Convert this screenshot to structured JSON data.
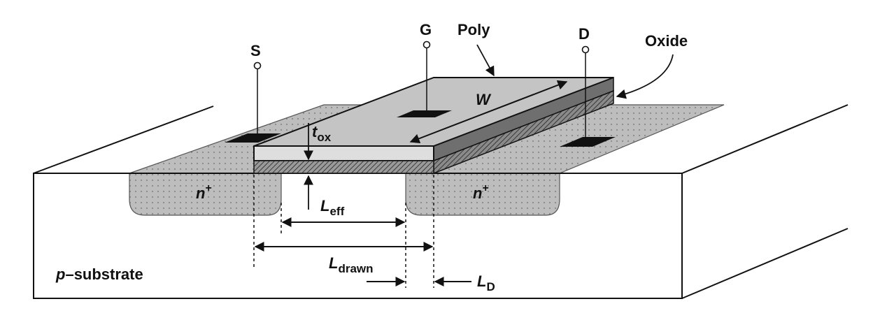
{
  "terminals": {
    "source": "S",
    "gate": "G",
    "drain": "D"
  },
  "layers": {
    "poly": "Poly",
    "oxide": "Oxide"
  },
  "regions": {
    "n_base": "n",
    "n_sup": "+",
    "substrate_p": "p",
    "substrate_rest": "–substrate"
  },
  "dimensions": {
    "width": "W",
    "tox_main": "t",
    "tox_sub": "ox",
    "leff_main": "L",
    "leff_sub": "eff",
    "ldrawn_main": "L",
    "ldrawn_sub": "drawn",
    "ld_main": "L",
    "ld_sub": "D"
  },
  "colors": {
    "diffusion": "#bdbdbd",
    "poly_top": "#c4c4c4",
    "poly_front": "#dedede",
    "poly_side": "#6f6f6f",
    "oxide": "#8a8a8a",
    "contact": "#111111",
    "line": "#111111"
  }
}
